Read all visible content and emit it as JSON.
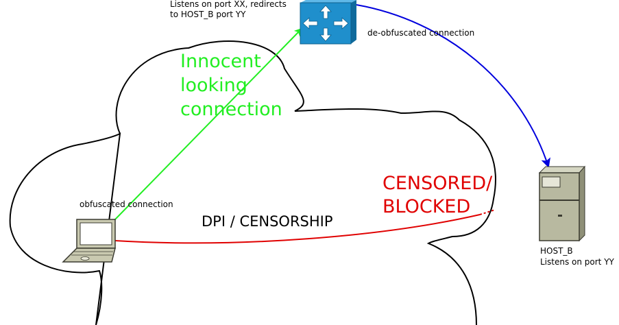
{
  "labels": {
    "router_line1": "Listens on port XX, redirects",
    "router_line2": "to HOST_B port YY",
    "deobfuscated": "de-obfuscated connection",
    "innocent_line1": "Innocent",
    "innocent_line2": "looking",
    "innocent_line3": "connection",
    "censored_line1": "CENSORED/",
    "censored_line2": "BLOCKED",
    "obfuscated": "obfuscated connection",
    "dpi": "DPI / CENSORSHIP",
    "host_line1": "HOST_B",
    "host_line2": "Listens on port YY"
  },
  "colors": {
    "innocent": "#22ee22",
    "censored": "#e00000",
    "deobfuscated": "#0000dd",
    "router": "#1f8fcc",
    "server": "#b8b9a0"
  },
  "icons": {
    "router": "router-icon",
    "laptop": "laptop-icon",
    "server": "server-icon"
  }
}
